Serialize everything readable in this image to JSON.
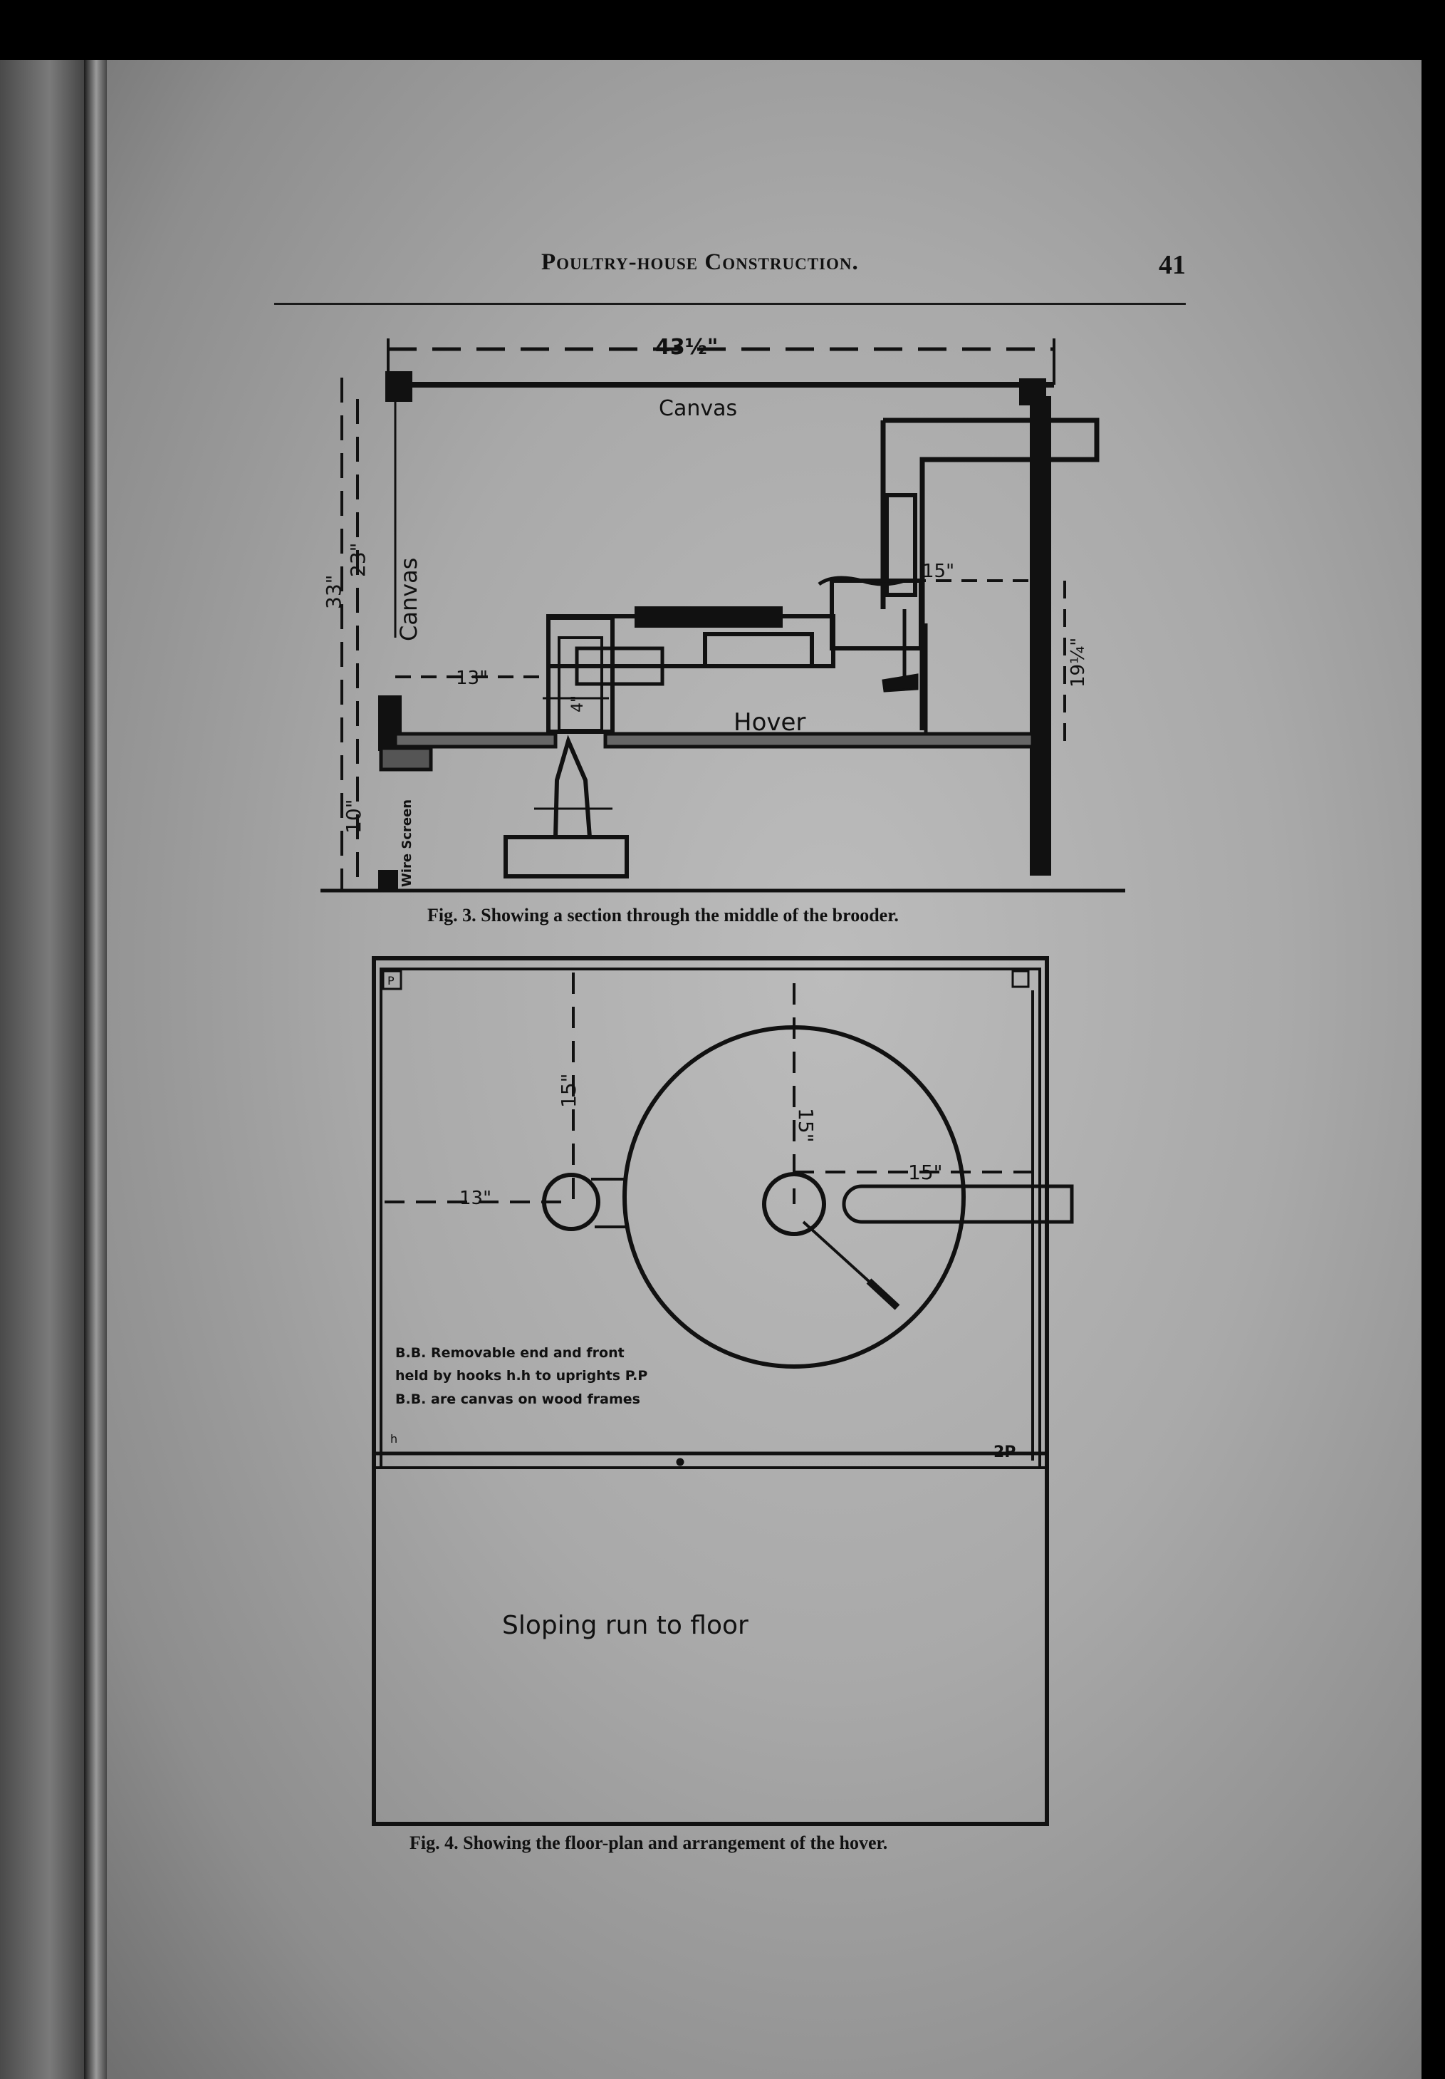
{
  "header": {
    "running_title": "Poultry-house Construction.",
    "page_number": "41"
  },
  "figure3": {
    "caption": "Fig. 3. Showing a section through the middle of the brooder.",
    "labels": {
      "width": "43½\"",
      "canvas_top": "Canvas",
      "canvas_side": "Canvas",
      "height_total": "33\"",
      "height_inner": "23\"",
      "height_lower": "10\"",
      "width_inner": "15\"",
      "height_right": "19¼\"",
      "offset_left": "13\"",
      "pipe": "4\"",
      "hover": "Hover",
      "wire_screen": "Wire Screen"
    }
  },
  "figure4": {
    "caption": "Fig. 4. Showing the floor-plan and arrangement of the hover.",
    "labels": {
      "dim_left_vertical": "15\"",
      "dim_center_vertical": "15\"",
      "dim_right": "15\"",
      "dim_left": "13\"",
      "note_line1": "B.B. Removable end and front",
      "note_line2": "held by hooks h.h to uprights P.P",
      "note_line3": "B.B. are canvas on wood frames",
      "sloping_run": "Sloping run to floor",
      "corner_p": "P",
      "corner_h": "h",
      "corner_pp": "2P"
    }
  }
}
